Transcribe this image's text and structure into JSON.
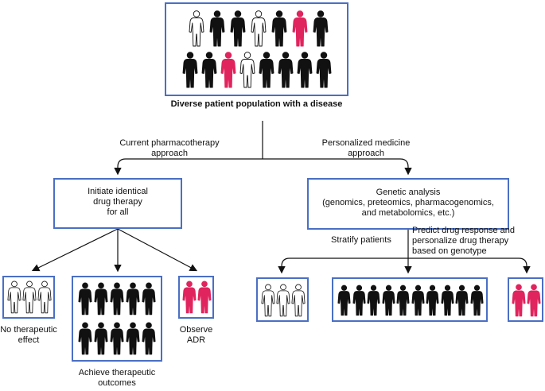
{
  "colors": {
    "box_border": "#4a6fc4",
    "responder": "#111111",
    "adr": "#e0245e",
    "non_responder": "#ffffff",
    "outline": "#111111"
  },
  "population": {
    "title": "Diverse patient population with a disease",
    "rows": [
      [
        "white",
        "black",
        "black",
        "white",
        "black",
        "red",
        "black"
      ],
      [
        "black",
        "black",
        "red",
        "white",
        "black",
        "black",
        "black",
        "black"
      ]
    ]
  },
  "left_branch": {
    "label_line1": "Current pharmacotherapy",
    "label_line2": "approach",
    "box_line1": "Initiate identical",
    "box_line2": "drug therapy",
    "box_line3": "for all",
    "outcomes": {
      "no_effect": {
        "line1": "No therapeutic",
        "line2": "effect",
        "figures": [
          "white",
          "white",
          "white"
        ]
      },
      "achieve": {
        "line1": "Achieve therapeutic",
        "line2": "outcomes",
        "figures": [
          "black",
          "black",
          "black",
          "black",
          "black",
          "black",
          "black",
          "black",
          "black",
          "black"
        ]
      },
      "adr": {
        "line1": "Observe",
        "line2": "ADR",
        "figures": [
          "red",
          "red"
        ]
      }
    }
  },
  "right_branch": {
    "label_line1": "Personalized medicine",
    "label_line2": "approach",
    "box_line1": "Genetic analysis",
    "box_line2": "(genomics, preteomics, pharmacogenomics,",
    "box_line3": "and metabolomics, etc.)",
    "stratify": "Stratify patients",
    "predict_line1": "Predict drug response and",
    "predict_line2": "personalize drug therapy",
    "predict_line3": "based on genotype",
    "groups": {
      "white": [
        "white",
        "white",
        "white"
      ],
      "black": [
        "black",
        "black",
        "black",
        "black",
        "black",
        "black",
        "black",
        "black",
        "black",
        "black"
      ],
      "red": [
        "red",
        "red"
      ]
    }
  }
}
